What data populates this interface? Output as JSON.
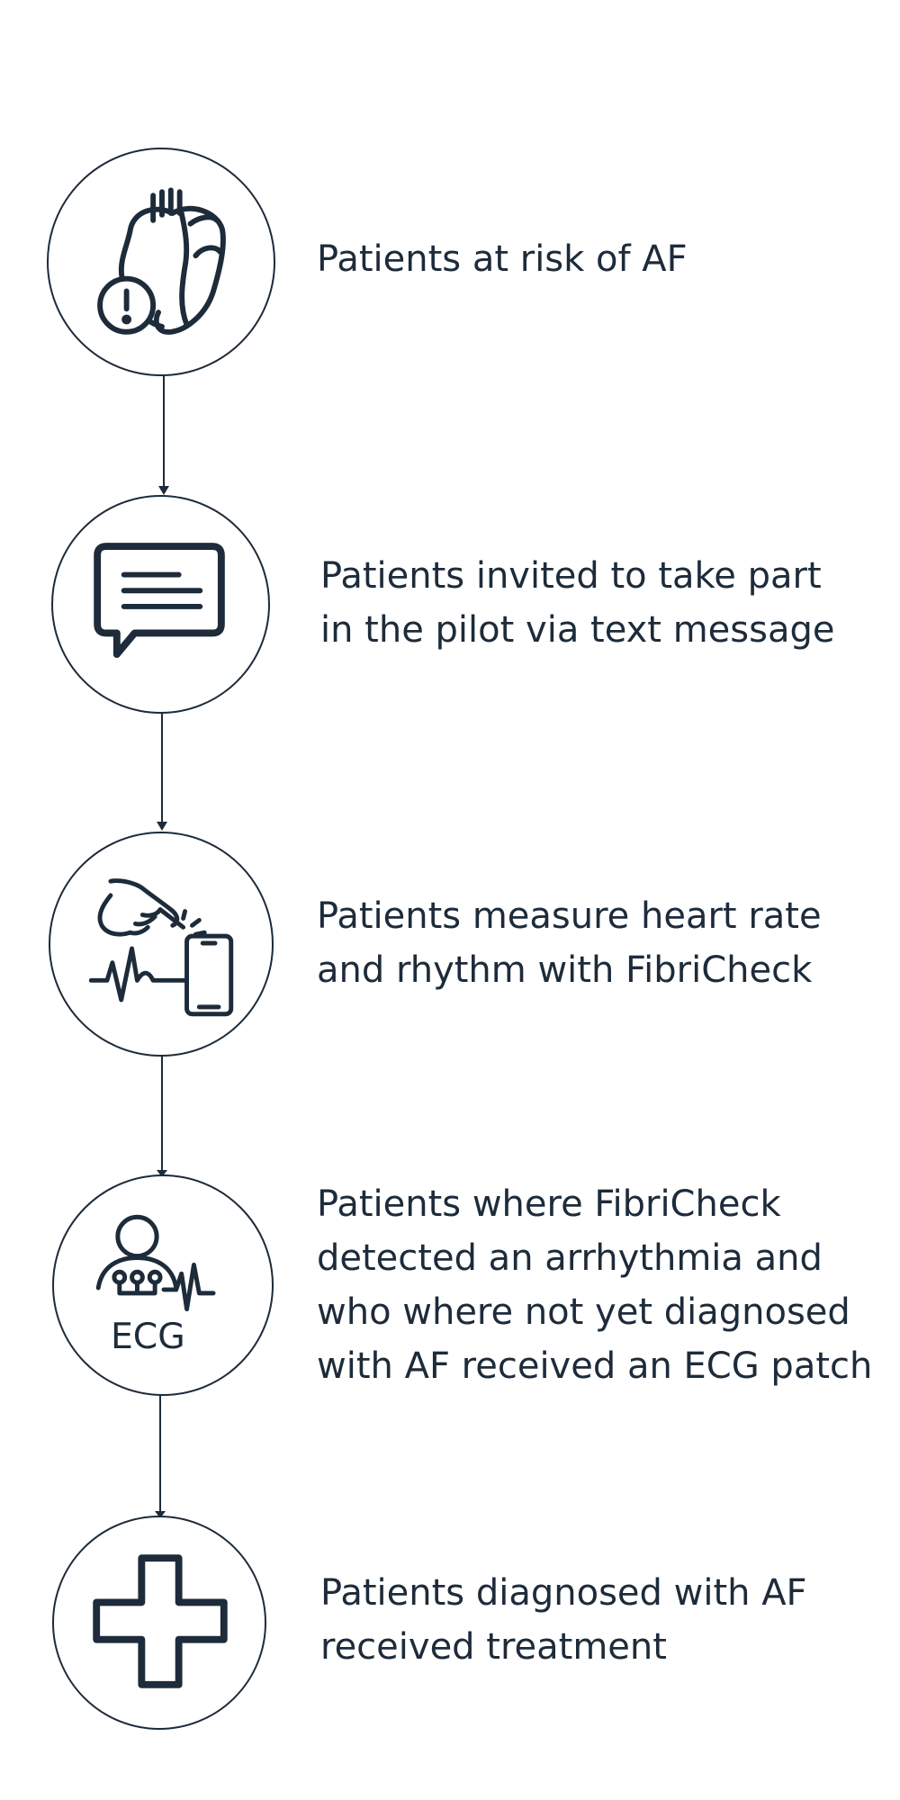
{
  "colors": {
    "stroke": "#1d2b3a",
    "text": "#1d2b3a",
    "background": "#ffffff"
  },
  "steps": [
    {
      "icon": "heart-warning-icon",
      "text": "Patients at risk of AF"
    },
    {
      "icon": "chat-message-icon",
      "text": "Patients invited to take part in the pilot via text message"
    },
    {
      "icon": "finger-phone-heartbeat-icon",
      "text": "Patients measure heart rate and rhythm with FibriCheck"
    },
    {
      "icon": "person-ecg-icon",
      "text": "Patients where FibriCheck detected an arrhythmia and who where not yet diagnosed with AF received an ECG patch",
      "icon_label": "ECG"
    },
    {
      "icon": "medical-cross-icon",
      "text": "Patients diagnosed with AF received treatment"
    }
  ]
}
